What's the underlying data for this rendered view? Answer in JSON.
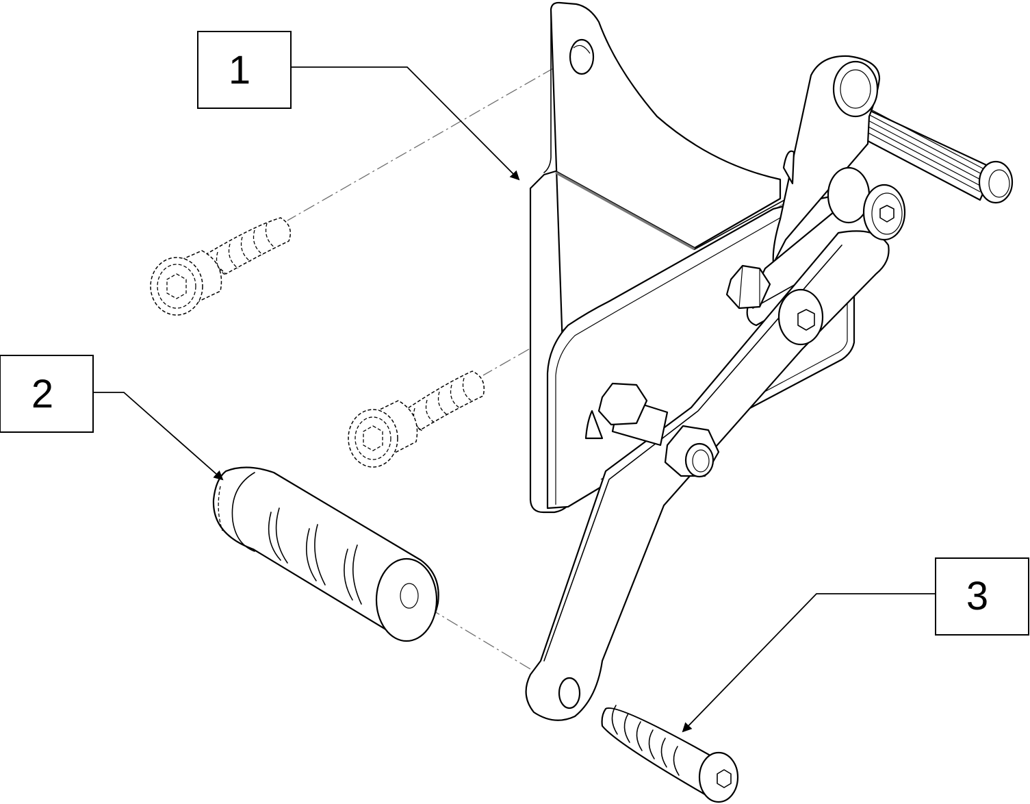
{
  "callouts": [
    {
      "number": "1"
    },
    {
      "number": "2"
    },
    {
      "number": "3"
    }
  ],
  "colors": {
    "line": "#000000",
    "background": "#ffffff",
    "centerline": "#6e6e6e"
  }
}
